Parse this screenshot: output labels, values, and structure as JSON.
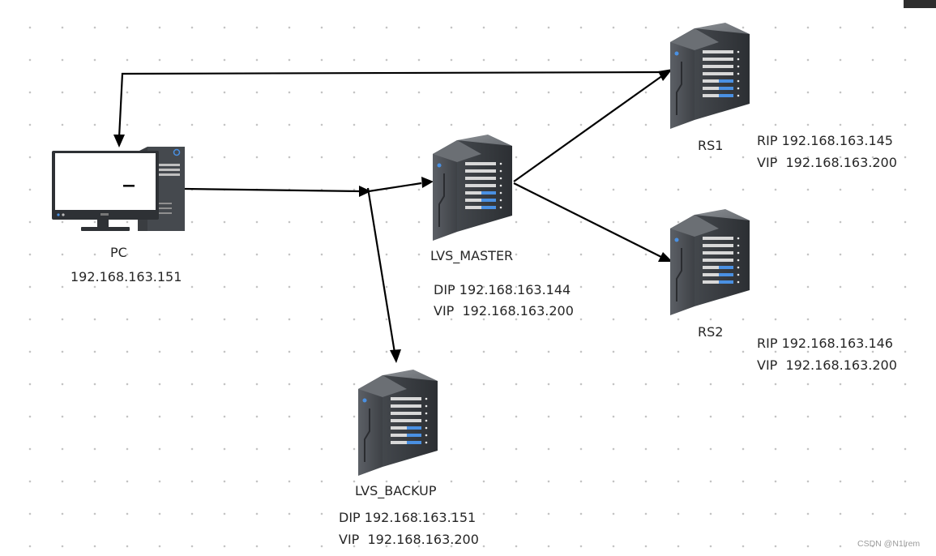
{
  "nodes": {
    "pc": {
      "name": "PC",
      "ip": "192.168.163.151"
    },
    "lvs_master": {
      "name": "LVS_MASTER",
      "dip": "DIP 192.168.163.144",
      "vip": "VIP  192.168.163.200"
    },
    "lvs_backup": {
      "name": "LVS_BACKUP",
      "dip": "DIP 192.168.163.151",
      "vip": "VIP  192.168.163.200"
    },
    "rs1": {
      "name": "RS1",
      "rip": "RIP 192.168.163.145",
      "vip": "VIP  192.168.163.200"
    },
    "rs2": {
      "name": "RS2",
      "rip": "RIP 192.168.163.146",
      "vip": "VIP  192.168.163.200"
    }
  },
  "edges": [
    {
      "from": "pc",
      "to": "lvs_master"
    },
    {
      "from": "pc",
      "to": "lvs_backup"
    },
    {
      "from": "lvs_master",
      "to": "rs1"
    },
    {
      "from": "lvs_master",
      "to": "rs2"
    },
    {
      "from": "rs1",
      "to": "pc"
    }
  ],
  "watermark": "CSDN @N1lrem",
  "colors": {
    "edge": "#000000",
    "server_body": "#3b3f44",
    "server_light": "#4a90e2",
    "text": "#262626"
  }
}
